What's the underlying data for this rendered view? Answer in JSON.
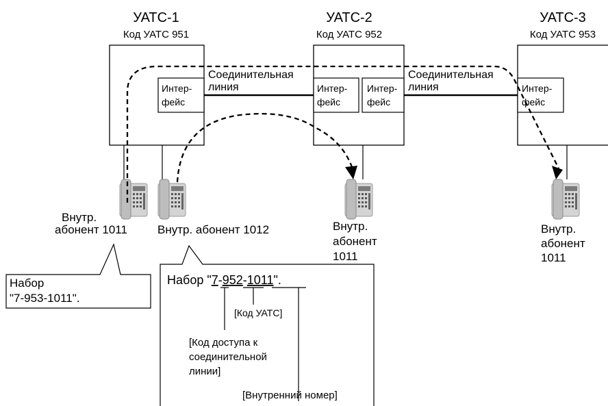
{
  "pbx": [
    {
      "name": "УАТС-1",
      "code": "Код УАТС 951"
    },
    {
      "name": "УАТС-2",
      "code": "Код УАТС 952"
    },
    {
      "name": "УАТС-3",
      "code": "Код УАТС 953"
    }
  ],
  "interface": {
    "line1": "Интер-",
    "line2": "фейс"
  },
  "trunk": {
    "line1": "Соединительная",
    "line2": "линия"
  },
  "extensions": {
    "ext1": {
      "line1": "Внутр.",
      "line2": "абонент 1011"
    },
    "ext2": {
      "line1": "Внутр. абонент 1012"
    },
    "ext3": {
      "line1": "Внутр.",
      "line2": "абонент",
      "line3": "1011"
    },
    "ext4": {
      "line1": "Внутр.",
      "line2": "абонент",
      "line3": "1011"
    }
  },
  "callout_left": {
    "line1": "Набор",
    "line2": "\"7-953-1011\"."
  },
  "callout_right": {
    "prefix": "Набор \"",
    "part_access": "7",
    "sep1": "-",
    "part_pbx": "952",
    "sep2": "-",
    "part_ext": "1011",
    "suffix": "\".",
    "label_pbx_code": "[Код УАТС]",
    "label_access_l1": "[Код доступа к",
    "label_access_l2": "соединительной",
    "label_access_l3": "линии]",
    "label_ext_number": "[Внутренний номер]"
  }
}
